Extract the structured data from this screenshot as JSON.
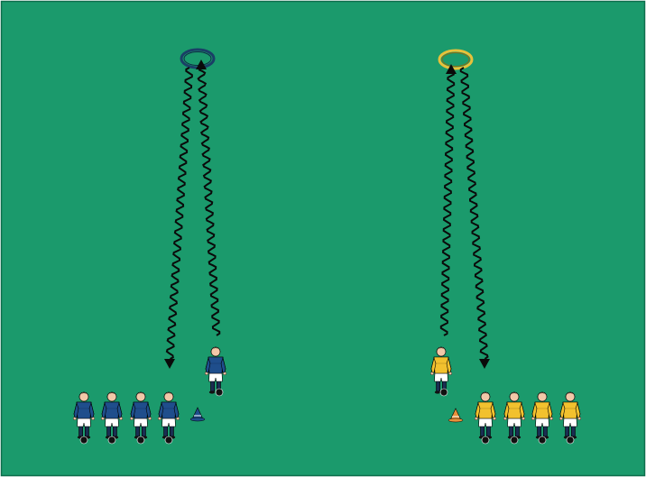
{
  "diagram": {
    "background_color": "#1b9a6c",
    "border_color": "#0d6e4c",
    "left_group": {
      "team": "blue",
      "players_in_line": 4,
      "player_dribbling": 1,
      "jersey_color": "#1f4e8c",
      "ring_color": "#1a3f66",
      "cone_color": "#1f4e8c",
      "path_out_icon": "wavy-arrow",
      "path_return_icon": "wavy-arrow"
    },
    "right_group": {
      "team": "yellow",
      "players_in_line": 4,
      "player_dribbling": 1,
      "jersey_color": "#f2c12e",
      "ring_color": "#e8c13a",
      "cone_color": "#e8913a",
      "path_out_icon": "wavy-arrow",
      "path_return_icon": "wavy-arrow"
    },
    "colors": {
      "shorts": "#ffffff",
      "socks": "#1a2d52",
      "skin": "#f2c8a8",
      "hair": "#2a1a10",
      "ball": "#111111",
      "path": "#0a0a0a"
    }
  }
}
